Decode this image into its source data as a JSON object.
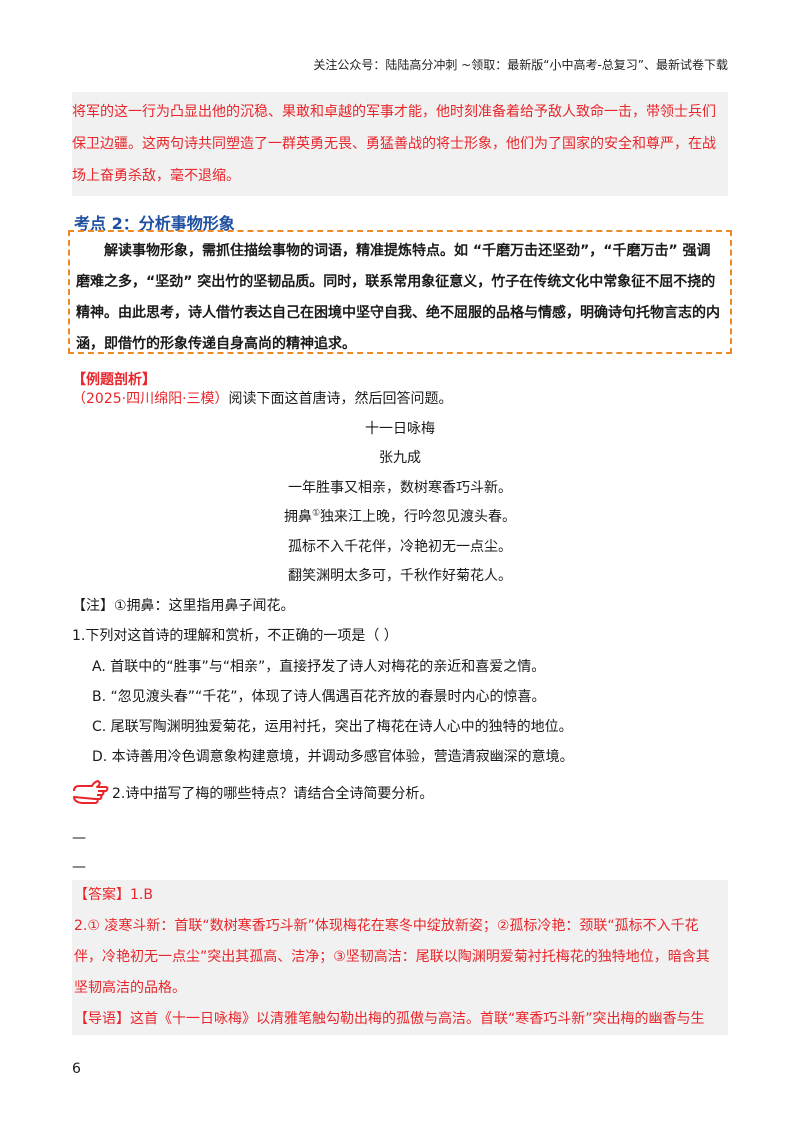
{
  "header": {
    "text": "关注公众号：陆陆高分冲刺  ~领取：最新版“小中高考-总复习”、最新试卷下载"
  },
  "intro": {
    "lines": [
      "将军的这一行为凸显出他的沉稳、果敢和卓越的军事才能，他时刻准备着给予敌人致命一击，带领士兵们",
      "保卫边疆。这两句诗共同塑造了一群英勇无畏、勇猛善战的将士形象，他们为了国家的安全和尊严，在战",
      "场上奋勇杀敌，毫不退缩。"
    ]
  },
  "kaodian": {
    "title": "考点 2：分析事物形象",
    "body": "解读事物形象，需抓住描绘事物的词语，精准提炼特点。如 “千磨万击还坚劲”，“千磨万击” 强调磨难之多，“坚劲” 突出竹的坚韧品质。同时，联系常用象征意义，竹子在传统文化中常象征不屈不挠的精神。由此思考，诗人借竹表达自己在困境中坚守自我、绝不屈服的品格与情感，明确诗句托物言志的内涵，即借竹的形象传递自身高尚的精神追求。"
  },
  "example": {
    "label": "【例题剖析】",
    "source": "（2025·四川绵阳·三模）",
    "instruction": "阅读下面这首唐诗，然后回答问题。"
  },
  "poem": {
    "title": "十一日咏梅",
    "author": "张九成",
    "line1": "一年胜事又相亲，数树寒香巧斗新。",
    "line2_a": "拥鼻",
    "line2_sup": "①",
    "line2_b": "独来江上晚，行吟忽见渡头春。",
    "line3": "孤标不入千花伴，冷艳初无一点尘。",
    "line4": "翻笑渊明太多可，千秋作好菊花人。"
  },
  "note": "【注】①拥鼻：这里指用鼻子闻花。",
  "question1": {
    "stem": "1.下列对这首诗的理解和赏析，不正确的一项是（    ）",
    "options": [
      "A.   首联中的“胜事”与“相亲”，直接抒发了诗人对梅花的亲近和喜爱之情。",
      "B.   “忽见渡头春”“千花”，体现了诗人偶遇百花齐放的春景时内心的惊喜。",
      "C.   尾联写陶渊明独爱菊花，运用衬托，突出了梅花在诗人心中的独特的地位。",
      "D.   本诗善用冷色调意象构建意境，并调动多感官体验，营造清寂幽深的意境。"
    ]
  },
  "question2": {
    "stem": "2.诗中描写了梅的哪些特点？请结合全诗简要分析。",
    "blank1": "—",
    "blank2": "—"
  },
  "answer": {
    "label": "【答案】1.B",
    "lines": [
      "2.① 凌寒斗新：首联“数树寒香巧斗新”体现梅花在寒冬中绽放新姿；②孤标冷艳：颈联“孤标不入千花",
      "伴，冷艳初无一点尘”突出其孤高、洁净；③坚韧高洁：尾联以陶渊明爱菊衬托梅花的独特地位，暗含其",
      "坚韧高洁的品格。"
    ],
    "guide_label": "【导语】",
    "guide_text": "这首《十一日咏梅》以清雅笔触勾勒出梅的孤傲与高洁。首联“寒香巧斗新”突出梅的幽香与生"
  },
  "page_number": "6",
  "colors": {
    "red": "#e8262b",
    "blue_title": "#1f4fa0",
    "orange_border": "#ee8a23",
    "gray_bg": "#f1f1f1"
  }
}
